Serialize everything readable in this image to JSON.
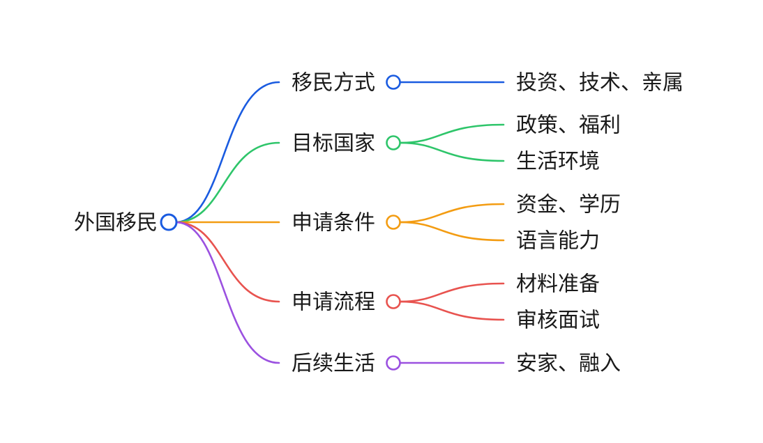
{
  "root": {
    "label": "外国移民",
    "color": "#1a5be0"
  },
  "branches": [
    {
      "label": "移民方式",
      "color": "#1a5be0",
      "children": [
        {
          "label": "投资、技术、亲属"
        }
      ]
    },
    {
      "label": "目标国家",
      "color": "#2ec56a",
      "children": [
        {
          "label": "政策、福利"
        },
        {
          "label": "生活环境"
        }
      ]
    },
    {
      "label": "申请条件",
      "color": "#f39c12",
      "children": [
        {
          "label": "资金、学历"
        },
        {
          "label": "语言能力"
        }
      ]
    },
    {
      "label": "申请流程",
      "color": "#e8534f",
      "children": [
        {
          "label": "材料准备"
        },
        {
          "label": "审核面试"
        }
      ]
    },
    {
      "label": "后续生活",
      "color": "#9b51e0",
      "children": [
        {
          "label": "安家、融入"
        }
      ]
    }
  ]
}
